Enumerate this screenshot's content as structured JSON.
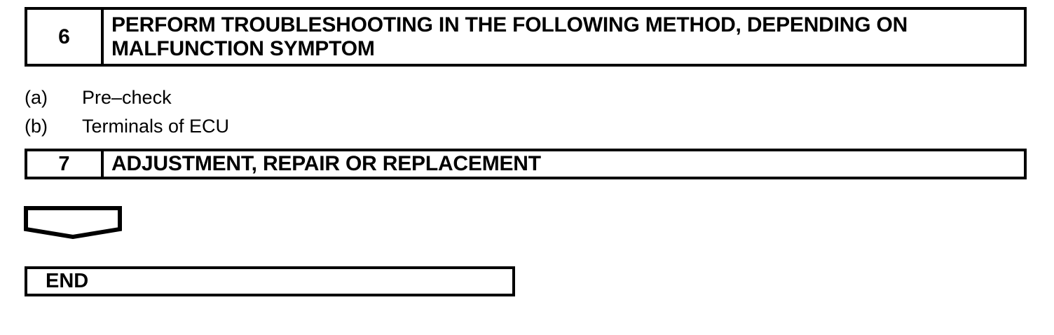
{
  "document": {
    "type": "troubleshooting-flowchart",
    "background_color": "#ffffff",
    "line_color": "#000000"
  },
  "steps": [
    {
      "number": "6",
      "title": "PERFORM TROUBLESHOOTING IN THE FOLLOWING METHOD, DEPENDING ON MALFUNCTION SYMPTOM"
    },
    {
      "number": "7",
      "title": "ADJUSTMENT, REPAIR OR REPLACEMENT"
    }
  ],
  "sub_items": [
    {
      "marker": "(a)",
      "text": "Pre–check"
    },
    {
      "marker": "(b)",
      "text": "Terminals of ECU"
    }
  ],
  "connector": {
    "shape": "pentagon-down",
    "name": "flow-connector"
  },
  "end_box": {
    "label": "END"
  }
}
